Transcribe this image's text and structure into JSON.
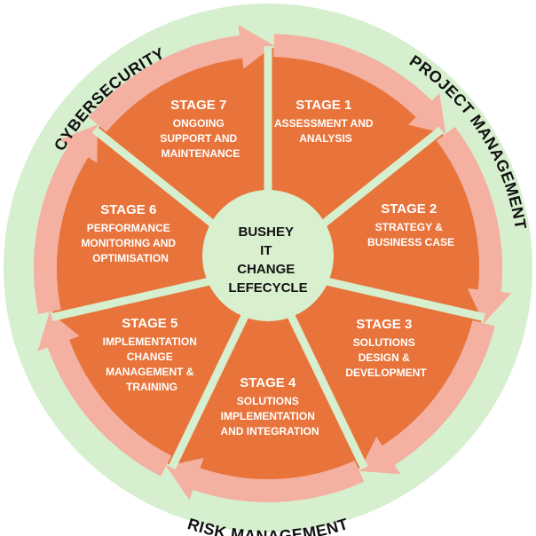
{
  "colors": {
    "outer_ring": "#d6efcf",
    "segment": "#e8743b",
    "divider": "#d6efcf",
    "arrow": "#f4b0a0",
    "hub": "#d9f0cf",
    "stage_text": "#ffffff",
    "dark_text": "#111111"
  },
  "center": {
    "lines": [
      "BUSHEY",
      "IT",
      "CHANGE",
      "LEFECYCLE"
    ]
  },
  "ring_labels": {
    "cybersecurity": "CYBERSECURITY",
    "project_management": "PROJECT MANAGEMENT",
    "risk_management": "RISK MANAGEMENT"
  },
  "stages": [
    {
      "title": "STAGE 1",
      "lines": [
        "ASSESSMENT AND",
        "ANALYSIS"
      ]
    },
    {
      "title": "STAGE 2",
      "lines": [
        "STRATEGY &",
        "BUSINESS CASE"
      ]
    },
    {
      "title": "STAGE 3",
      "lines": [
        "SOLUTIONS",
        "DESIGN &",
        "DEVELOPMENT"
      ]
    },
    {
      "title": "STAGE 4",
      "lines": [
        "SOLUTIONS",
        "IMPLEMENTATION",
        "AND INTEGRATION"
      ]
    },
    {
      "title": "STAGE 5",
      "lines": [
        "IMPLEMENTATION",
        "CHANGE",
        "MANAGEMENT &",
        "TRAINING"
      ]
    },
    {
      "title": "STAGE 6",
      "lines": [
        "PERFORMANCE",
        "MONITORING AND",
        "OPTIMISATION"
      ]
    },
    {
      "title": "STAGE 7",
      "lines": [
        "ONGOING",
        "SUPPORT AND",
        "MAINTENANCE"
      ]
    }
  ]
}
